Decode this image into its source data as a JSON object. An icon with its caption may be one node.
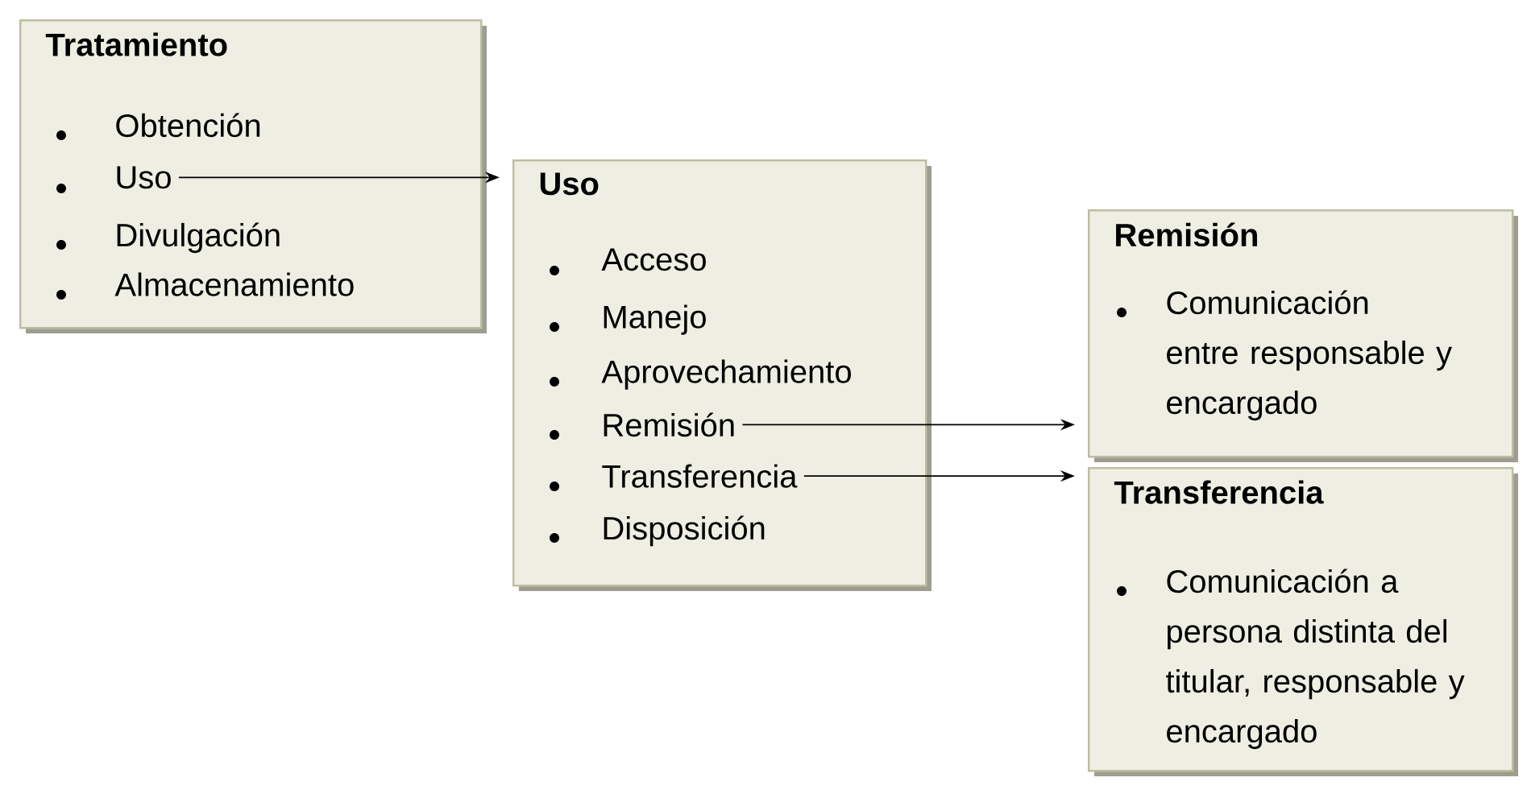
{
  "diagram": {
    "nodes": [
      {
        "text": [
          "Tratamiento"
        ]
      },
      {
        "text": [
          "Obtención"
        ],
        "in": 0
      },
      {
        "text": [
          "Uso"
        ],
        "in": 0
      },
      {
        "text": [
          "Divulgación"
        ],
        "in": 0
      },
      {
        "text": [
          "Almacenamiento"
        ],
        "in": 0
      },
      {
        "text": [
          "Uso"
        ]
      },
      {
        "text": [
          "Acceso"
        ],
        "in": 5
      },
      {
        "text": [
          "Manejo"
        ],
        "in": 5
      },
      {
        "text": [
          "Aprovechamiento"
        ],
        "in": 5
      },
      {
        "text": [
          "Remisión"
        ],
        "in": 5
      },
      {
        "text": [
          "Transferencia"
        ],
        "in": 5
      },
      {
        "text": [
          "Disposición"
        ],
        "in": 5
      },
      {
        "text": [
          "Remisión"
        ]
      },
      {
        "text": [
          "Comunicación entre responsable y encargado"
        ],
        "in": 12
      },
      {
        "text": [
          "Transferencia"
        ]
      },
      {
        "text": [
          "Comunicación a persona distinta del titular, responsable y encargado"
        ],
        "in": 14
      }
    ],
    "edges": [
      {
        "from": 2,
        "to": 5,
        "arrow": "to"
      },
      {
        "from": 9,
        "to": 12,
        "arrow": "to"
      },
      {
        "from": 10,
        "to": 14,
        "arrow": "to"
      }
    ]
  }
}
